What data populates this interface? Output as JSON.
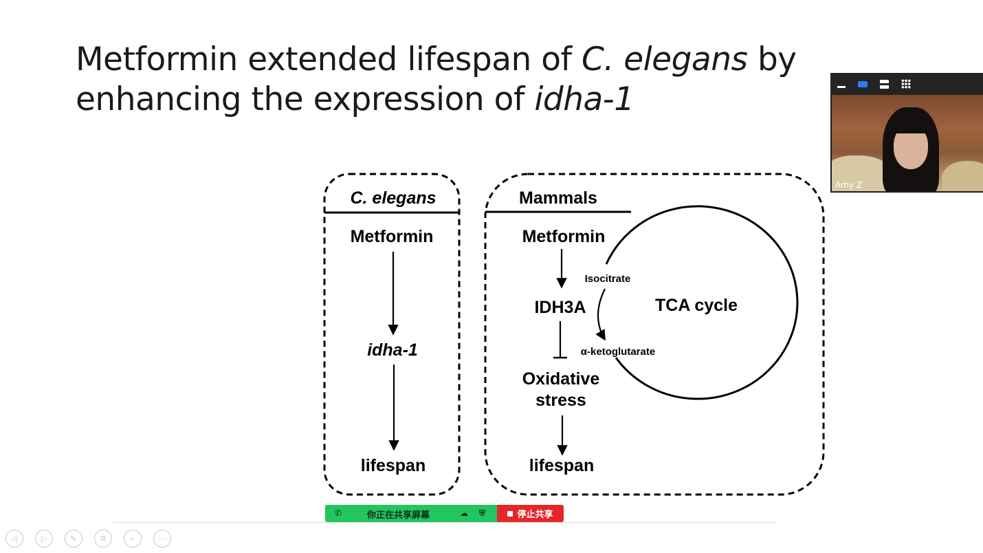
{
  "slide": {
    "title_part1": "Metformin extended lifespan of ",
    "title_italic1": "C. elegans",
    "title_part2": " by enhancing the expression of ",
    "title_italic2": "idha-1"
  },
  "diagram": {
    "elegans_panel": {
      "header": "C. elegans",
      "nodes": [
        "Metformin",
        "idha-1",
        "lifespan"
      ]
    },
    "mammals_panel": {
      "header": "Mammals",
      "nodes": [
        "Metformin",
        "IDH3A",
        "Oxidative",
        "stress",
        "lifespan"
      ],
      "cycle_label": "TCA cycle",
      "cycle_input": "Isocitrate",
      "cycle_output": "α-ketoglutarate"
    },
    "edges": [
      {
        "from": "Metformin",
        "to": "idha-1",
        "type": "activates"
      },
      {
        "from": "idha-1",
        "to": "lifespan",
        "type": "activates"
      },
      {
        "from": "Metformin",
        "to": "IDH3A",
        "type": "activates"
      },
      {
        "from": "IDH3A",
        "to": "Oxidative stress",
        "type": "inhibits"
      },
      {
        "from": "Oxidative stress",
        "to": "lifespan",
        "type": "activates"
      },
      {
        "from": "Isocitrate",
        "to": "α-ketoglutarate",
        "type": "converts"
      }
    ]
  },
  "video": {
    "participant_name": "Amy Z"
  },
  "share_banner": {
    "status": "你正在共享屏幕",
    "stop_label": "停止共享",
    "green_color": "#22c55e",
    "red_color": "#e5252a"
  },
  "presenter_nav": {
    "buttons": [
      "◁",
      "▷",
      "✎",
      "⧉",
      "⌕",
      "···"
    ]
  }
}
